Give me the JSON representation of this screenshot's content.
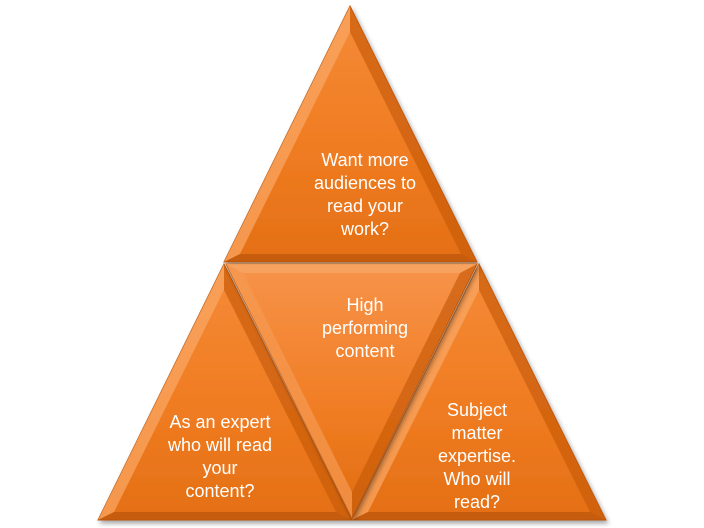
{
  "diagram": {
    "colors": {
      "face": "#F07C22",
      "face_light": "#F9A562",
      "face_dark": "#C25609",
      "edge": "#A84A08",
      "text": "#FFFFFF"
    },
    "top": {
      "text": "Want more\naudiences to\nread your\nwork?"
    },
    "center": {
      "text": "High\nperforming\ncontent"
    },
    "left": {
      "text": "As an expert\nwho will read\nyour\ncontent?"
    },
    "right": {
      "text": "Subject\nmatter\nexpertise.\nWho will\nread?"
    }
  }
}
